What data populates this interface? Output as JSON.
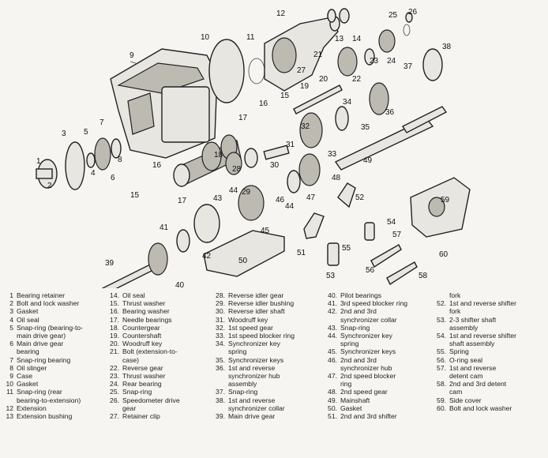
{
  "callout_numbers": [
    "1",
    "2",
    "3",
    "4",
    "5",
    "6",
    "7",
    "8",
    "9",
    "10",
    "11",
    "12",
    "13",
    "14",
    "15",
    "15",
    "16",
    "16",
    "17",
    "17",
    "18",
    "19",
    "20",
    "21",
    "22",
    "23",
    "24",
    "25",
    "26",
    "27",
    "28",
    "29",
    "30",
    "31",
    "32",
    "33",
    "34",
    "35",
    "36",
    "37",
    "38",
    "39",
    "40",
    "41",
    "42",
    "43",
    "44",
    "44",
    "45",
    "46",
    "47",
    "48",
    "49",
    "50",
    "51",
    "52",
    "53",
    "54",
    "55",
    "56",
    "57",
    "58",
    "59",
    "60"
  ],
  "legend_columns": [
    [
      {
        "num": "1",
        "text": "Bearing retainer"
      },
      {
        "num": "2",
        "text": "Bolt and lock washer"
      },
      {
        "num": "3",
        "text": "Gasket"
      },
      {
        "num": "4",
        "text": "Oil seal"
      },
      {
        "num": "5",
        "text": "Snap-ring (bearing-to-"
      },
      {
        "num": "",
        "text": "main drive gear)"
      },
      {
        "num": "6",
        "text": "Main drive gear"
      },
      {
        "num": "",
        "text": "bearing"
      },
      {
        "num": "7",
        "text": "Snap-ring bearing"
      },
      {
        "num": "8",
        "text": "Oil slinger"
      },
      {
        "num": "9",
        "text": "Case"
      },
      {
        "num": "10",
        "text": "Gasket"
      },
      {
        "num": "11",
        "text": "Snap-ring (rear"
      },
      {
        "num": "",
        "text": "bearing-to-extension)"
      },
      {
        "num": "12",
        "text": "Extension"
      },
      {
        "num": "13",
        "text": "Extension bushing"
      }
    ],
    [
      {
        "num": "14.",
        "text": "Oil seal"
      },
      {
        "num": "15.",
        "text": "Thrust washer"
      },
      {
        "num": "16.",
        "text": "Bearing washer"
      },
      {
        "num": "17.",
        "text": "Needle bearings"
      },
      {
        "num": "18.",
        "text": "Countergear"
      },
      {
        "num": "19.",
        "text": "Countershaft"
      },
      {
        "num": "20.",
        "text": "Woodruff key"
      },
      {
        "num": "21.",
        "text": "Bolt (extension-to-"
      },
      {
        "num": "",
        "text": "case)"
      },
      {
        "num": "22.",
        "text": "Reverse gear"
      },
      {
        "num": "23.",
        "text": "Thrust washer"
      },
      {
        "num": "24.",
        "text": "Rear bearing"
      },
      {
        "num": "25.",
        "text": "Snap-ring"
      },
      {
        "num": "26.",
        "text": "Speedometer drive"
      },
      {
        "num": "",
        "text": "gear"
      },
      {
        "num": "27.",
        "text": "Retainer clip"
      }
    ],
    [
      {
        "num": "28.",
        "text": "Reverse idler gear"
      },
      {
        "num": "29.",
        "text": "Reverse idler bushing"
      },
      {
        "num": "30.",
        "text": "Reverse idler shaft"
      },
      {
        "num": "31.",
        "text": "Woodruff key"
      },
      {
        "num": "32.",
        "text": "1st speed gear"
      },
      {
        "num": "33.",
        "text": "1st speed blocker ring"
      },
      {
        "num": "34.",
        "text": "Synchronizer key"
      },
      {
        "num": "",
        "text": "spring"
      },
      {
        "num": "35.",
        "text": "Synchronizer keys"
      },
      {
        "num": "36.",
        "text": "1st and reverse"
      },
      {
        "num": "",
        "text": "synchronizer hub"
      },
      {
        "num": "",
        "text": "assembly"
      },
      {
        "num": "37.",
        "text": "Snap-ring"
      },
      {
        "num": "38.",
        "text": "1st and reverse"
      },
      {
        "num": "",
        "text": "synchronizer collar"
      },
      {
        "num": "39.",
        "text": "Main drive gear"
      }
    ],
    [
      {
        "num": "40.",
        "text": "Pilot bearings"
      },
      {
        "num": "41.",
        "text": "3rd speed blocker ring"
      },
      {
        "num": "42.",
        "text": "2nd and 3rd"
      },
      {
        "num": "",
        "text": "synchronizer collar"
      },
      {
        "num": "43.",
        "text": "Snap-ring"
      },
      {
        "num": "44.",
        "text": "Synchronizer key"
      },
      {
        "num": "",
        "text": "spring"
      },
      {
        "num": "45.",
        "text": "Synchronizer keys"
      },
      {
        "num": "46.",
        "text": "2nd and 3rd"
      },
      {
        "num": "",
        "text": "synchronizer hub"
      },
      {
        "num": "47.",
        "text": "2nd speed blocker"
      },
      {
        "num": "",
        "text": "ring"
      },
      {
        "num": "48.",
        "text": "2nd speed gear"
      },
      {
        "num": "49.",
        "text": "Mainshaft"
      },
      {
        "num": "50.",
        "text": "Gasket"
      },
      {
        "num": "51.",
        "text": "2nd and 3rd shifter"
      }
    ],
    [
      {
        "num": "",
        "text": "fork"
      },
      {
        "num": "52.",
        "text": "1st and reverse shifter"
      },
      {
        "num": "",
        "text": "fork"
      },
      {
        "num": "53.",
        "text": "2-3 shifter shaft"
      },
      {
        "num": "",
        "text": "assembly"
      },
      {
        "num": "54.",
        "text": "1st and reverse shifter"
      },
      {
        "num": "",
        "text": "shaft assembly"
      },
      {
        "num": "55.",
        "text": "Spring"
      },
      {
        "num": "56.",
        "text": "O-ring seal"
      },
      {
        "num": "57.",
        "text": "1st and reverse"
      },
      {
        "num": "",
        "text": "detent cam"
      },
      {
        "num": "58.",
        "text": "2nd and 3rd detent"
      },
      {
        "num": "",
        "text": "cam"
      },
      {
        "num": "59.",
        "text": "Side cover"
      },
      {
        "num": "60.",
        "text": "Bolt and lock washer"
      }
    ]
  ]
}
